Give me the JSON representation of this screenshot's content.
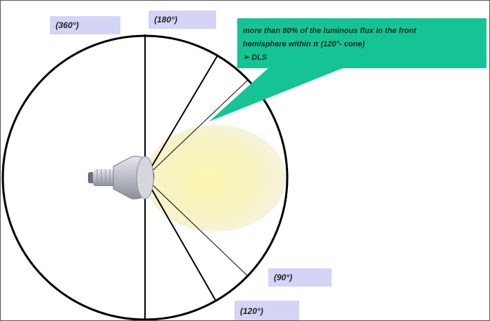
{
  "labels": {
    "deg360": "(360°)",
    "deg180": "(180°)",
    "deg90": "(90°)",
    "deg120": "(120°)"
  },
  "callout": {
    "line1": "more than 80% of the luminous flux in the front",
    "line2": "hemisphere within π (120°- cone)",
    "line3": "➢ DLS"
  },
  "colors": {
    "callout_fill": "#15c494",
    "label_bg": "#d4d4f7",
    "beam": "#f6f2a6",
    "circle": "#000000"
  },
  "icons": {
    "lamp": "reflector-lamp-icon"
  }
}
